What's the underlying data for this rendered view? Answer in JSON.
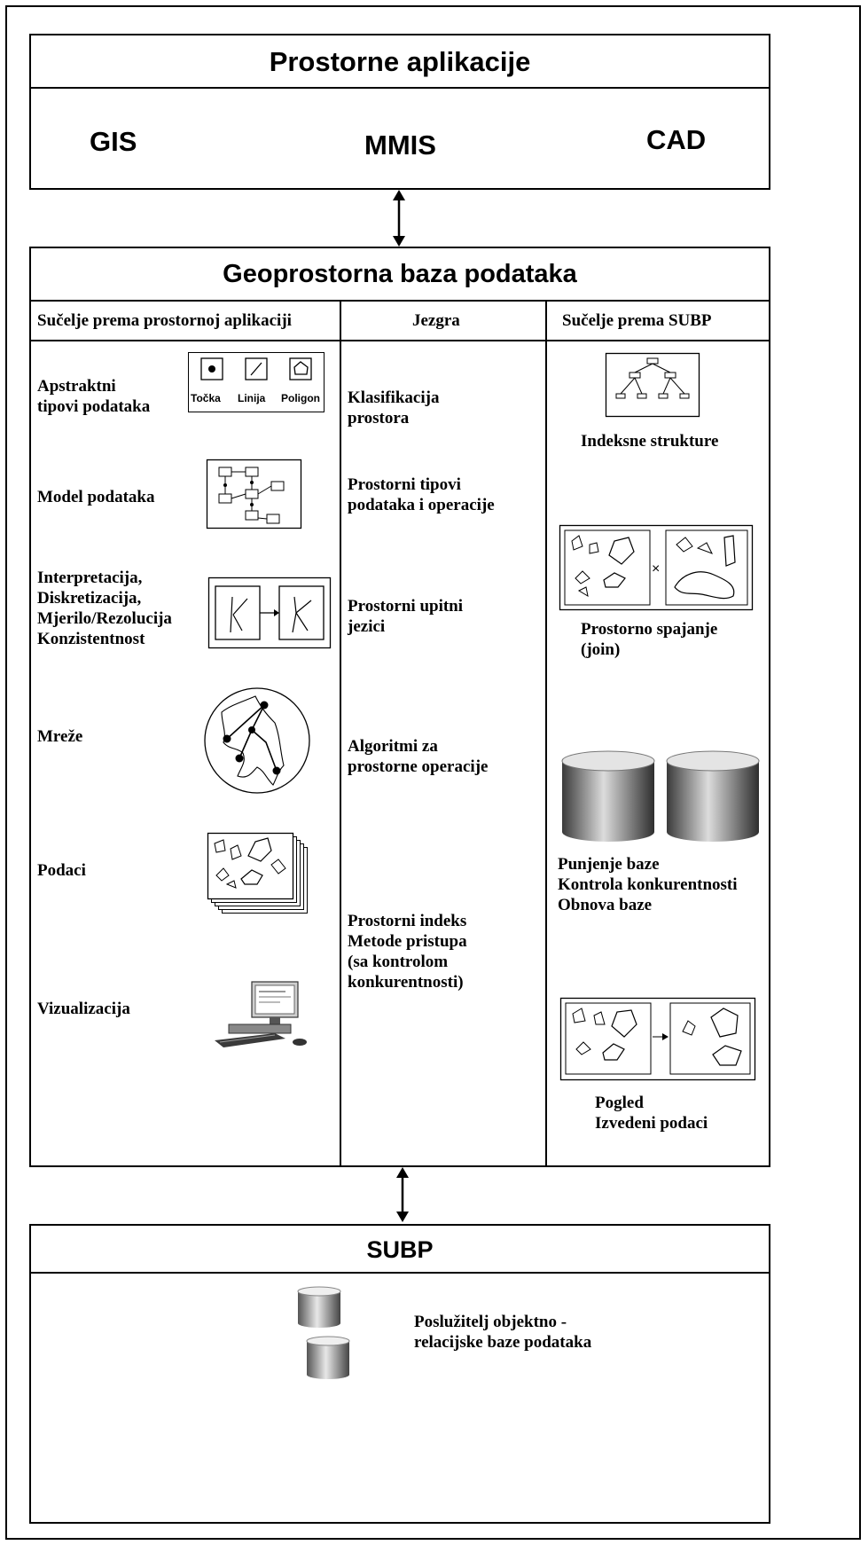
{
  "apps": {
    "title": "Prostorne aplikacije",
    "items": [
      "GIS",
      "MMIS",
      "CAD"
    ]
  },
  "geodb": {
    "title": "Geoprostorna baza podataka",
    "columns": [
      "Sučelje prema prostornoj aplikaciji",
      "Jezgra",
      "Sučelje prema SUBP"
    ],
    "left": [
      {
        "lines": [
          "Apstraktni",
          "tipovi podataka"
        ],
        "icon_labels": [
          "Točka",
          "Linija",
          "Poligon"
        ]
      },
      {
        "lines": [
          "Model podataka"
        ]
      },
      {
        "lines": [
          "Interpretacija,",
          "Diskretizacija,",
          "Mjerilo/Rezolucija",
          "Konzistentnost"
        ]
      },
      {
        "lines": [
          "Mreže"
        ]
      },
      {
        "lines": [
          "Podaci"
        ]
      },
      {
        "lines": [
          "Vizualizacija"
        ]
      }
    ],
    "middle": [
      {
        "lines": [
          "Klasifikacija",
          "prostora"
        ]
      },
      {
        "lines": [
          "Prostorni tipovi",
          "podataka i operacije"
        ]
      },
      {
        "lines": [
          "Prostorni upitni",
          "jezici"
        ]
      },
      {
        "lines": [
          "Algoritmi za",
          "prostorne operacije"
        ]
      },
      {
        "lines": [
          "Prostorni indeks",
          "Metode pristupa",
          "(sa kontrolom",
          "konkurentnosti)"
        ]
      }
    ],
    "right": [
      {
        "lines": [
          "Indeksne strukture"
        ]
      },
      {
        "lines": [
          "Prostorno spajanje",
          "(join)"
        ]
      },
      {
        "lines": [
          "Punjenje baze",
          "Kontrola konkurentnosti",
          "Obnova baze"
        ]
      },
      {
        "lines": [
          "Pogled",
          "Izvedeni podaci"
        ]
      }
    ]
  },
  "subp": {
    "title": "SUBP",
    "lines": [
      "Poslužitelj objektno -",
      "relacijske baze podataka"
    ]
  }
}
